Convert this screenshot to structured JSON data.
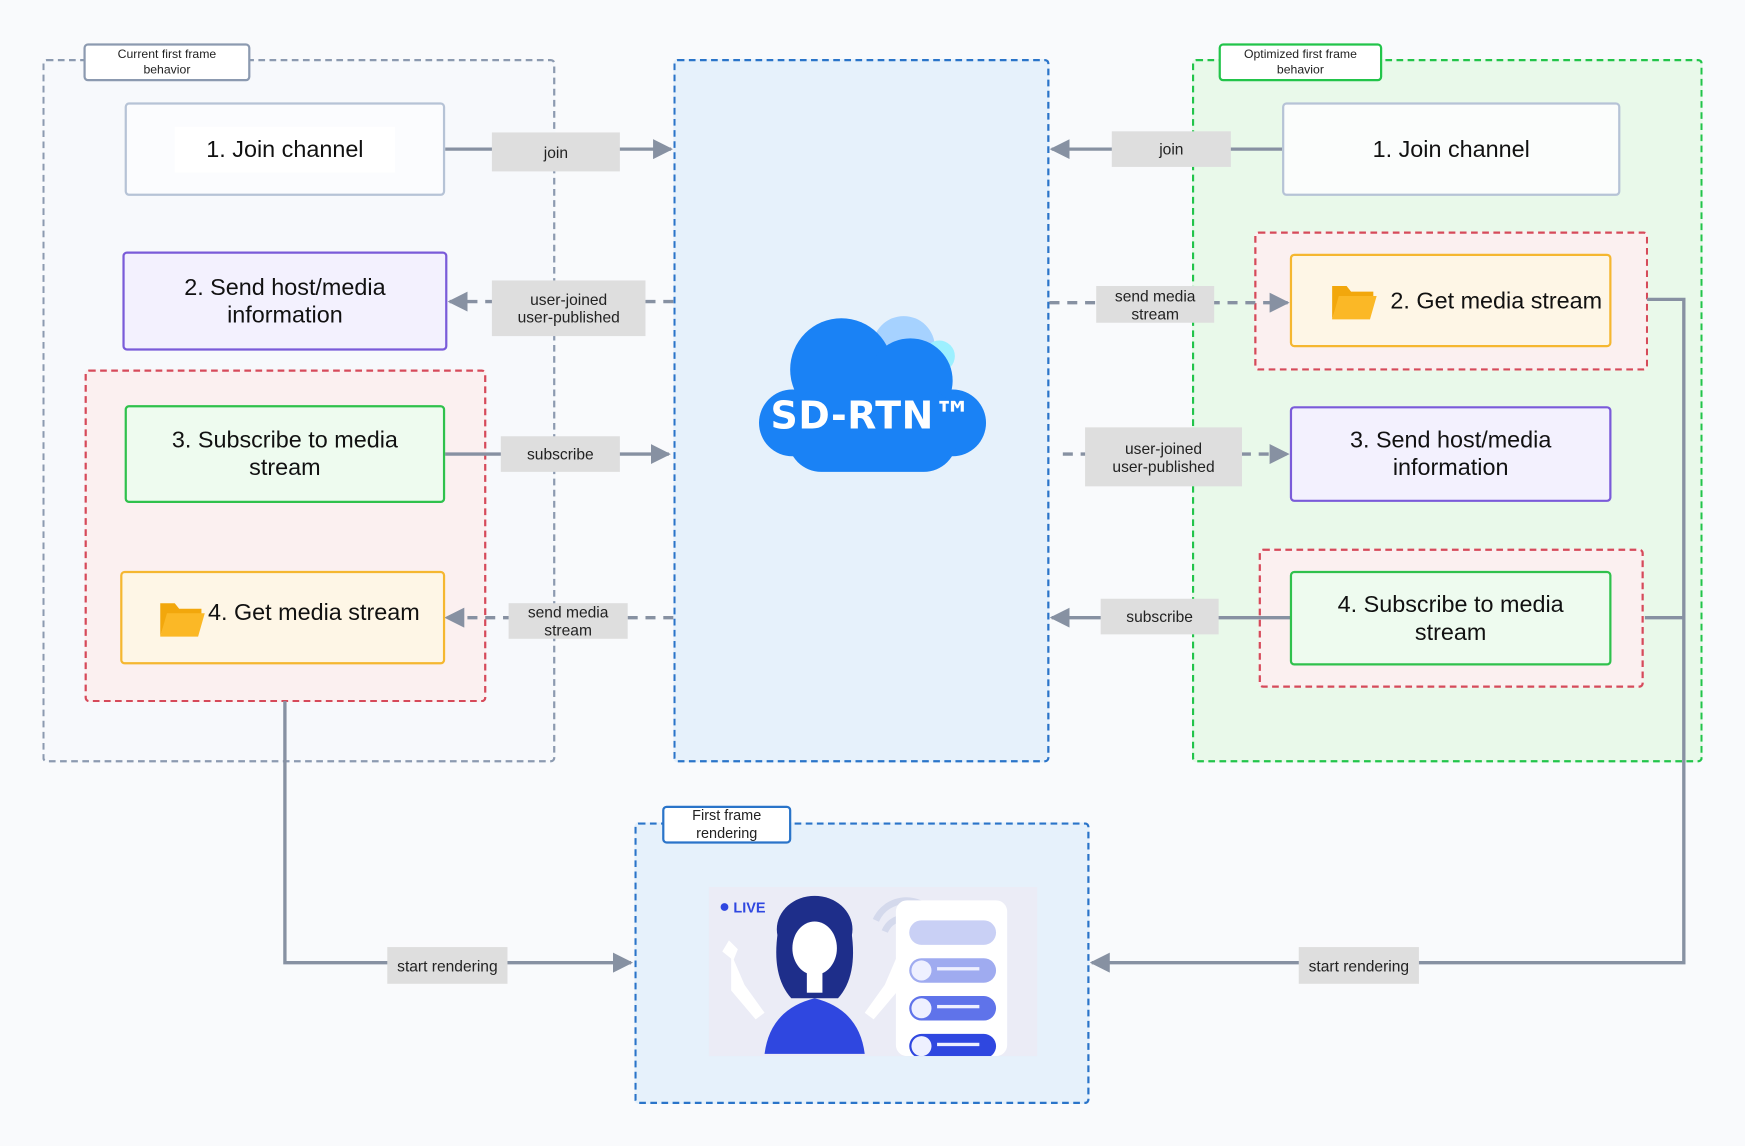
{
  "left_panel": {
    "tag": "Current first frame\nbehavior",
    "steps": {
      "join": "1. Join channel",
      "send_info": "2. Send host/media\ninformation",
      "subscribe": "3. Subscribe to media\nstream",
      "get_stream": "4. Get media stream"
    }
  },
  "right_panel": {
    "tag": "Optimized first frame\nbehavior",
    "steps": {
      "join": "1. Join channel",
      "get_stream": "2. Get media stream",
      "send_info": "3. Send host/media\ninformation",
      "subscribe": "4. Subscribe to media\nstream"
    }
  },
  "cloud": {
    "label": "SD-RTN™"
  },
  "render_panel": {
    "tag": "First frame\nrendering",
    "live_badge": "LIVE"
  },
  "edge_labels": {
    "left_join": "join",
    "left_user_joined": "user-joined\nuser-published",
    "left_subscribe": "subscribe",
    "left_send_media": "send media\nstream",
    "right_join": "join",
    "right_send_media": "send media\nstream",
    "right_user_joined": "user-joined\nuser-published",
    "right_subscribe": "subscribe",
    "left_start_rendering": "start rendering",
    "right_start_rendering": "start rendering"
  },
  "colors": {
    "gray_dash": "#8c9ab0",
    "blue_dash": "#2a74c9",
    "green_dash": "#22c44a",
    "red_dash": "#d64a5a",
    "purple_border": "#7a5bd9",
    "green_border": "#2fc14c",
    "orange_border": "#f5b730",
    "wire": "#8791a2",
    "cloud": "#1a82f5"
  },
  "icons": [
    "folder-icon",
    "cloud-icon",
    "live-streamer-illustration"
  ]
}
